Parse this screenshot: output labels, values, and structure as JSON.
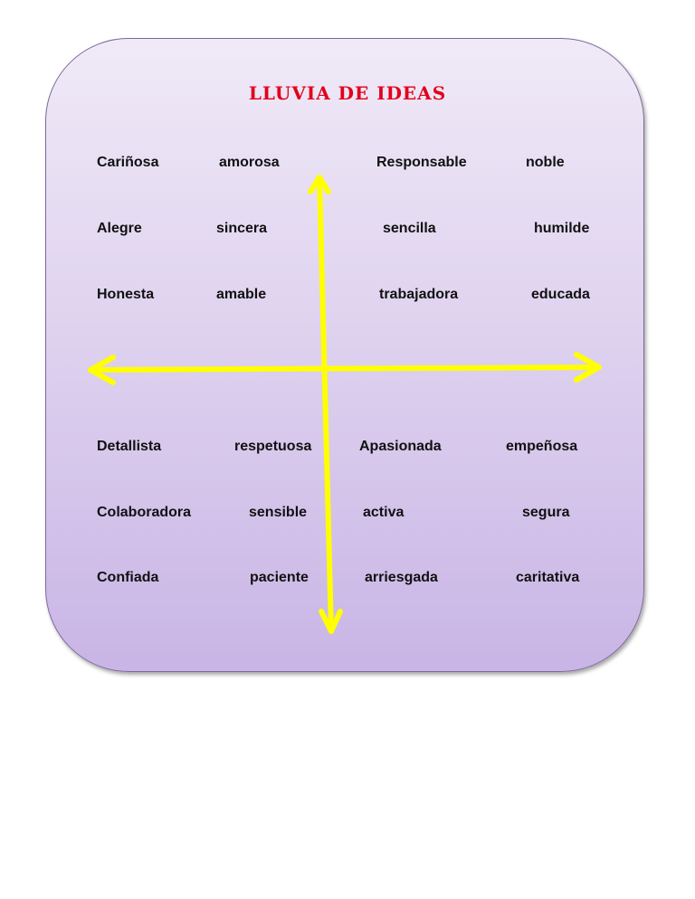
{
  "title": "LLUVIA DE IDEAS",
  "words": {
    "top_left": [
      [
        "Cariñosa",
        "amorosa"
      ],
      [
        "Alegre",
        "sincera"
      ],
      [
        "Honesta",
        "amable"
      ]
    ],
    "top_right": [
      [
        "Responsable",
        "noble"
      ],
      [
        "sencilla",
        "humilde"
      ],
      [
        "trabajadora",
        "educada"
      ]
    ],
    "bottom_left": [
      [
        "Detallista",
        "respetuosa"
      ],
      [
        "Colaboradora",
        "sensible"
      ],
      [
        "Confiada",
        "paciente"
      ]
    ],
    "bottom_right": [
      [
        "Apasionada",
        "empeñosa"
      ],
      [
        "activa",
        "segura"
      ],
      [
        "arriesgada",
        "caritativa"
      ]
    ]
  },
  "colors": {
    "title": "#e3001b",
    "arrow": "#ffff00",
    "card": "#ddd0ee"
  }
}
